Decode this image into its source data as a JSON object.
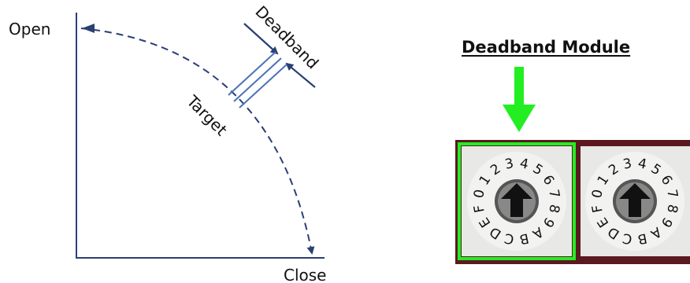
{
  "diagram": {
    "open_label": "Open",
    "close_label": "Close",
    "deadband_label": "Deadband",
    "target_label": "Target",
    "line_color": "#2a3f73",
    "target_line_color": "#4a72b8"
  },
  "module": {
    "title": "Deadband Module",
    "arrow_color": "#22ee22",
    "highlight_color": "#22ee22",
    "switches": [
      {
        "name": "rotary-switch",
        "dial_digits": [
          "0",
          "1",
          "2",
          "3",
          "4",
          "5",
          "6",
          "7",
          "8",
          "9",
          "A",
          "B",
          "C",
          "D",
          "E",
          "F"
        ],
        "highlighted": true
      },
      {
        "name": "rotary-switch",
        "dial_digits": [
          "0",
          "1",
          "2",
          "3",
          "4",
          "5",
          "6",
          "7",
          "8",
          "9",
          "A",
          "B",
          "C",
          "D",
          "E",
          "F"
        ],
        "highlighted": false
      }
    ]
  }
}
